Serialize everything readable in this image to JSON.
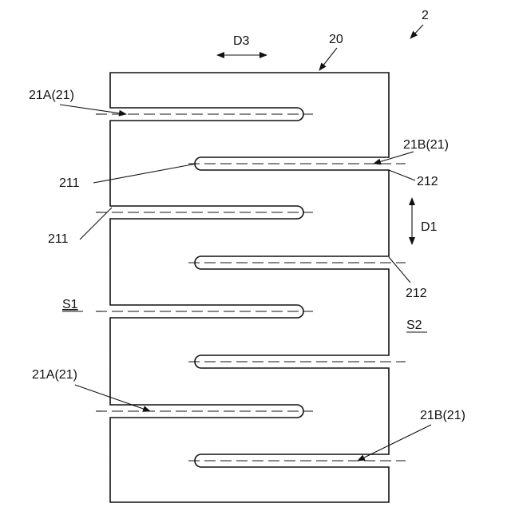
{
  "labels": {
    "fig_number": "2",
    "body": "20",
    "direction_3": "D3",
    "direction_1": "D1",
    "slit_a_top": "21A(21)",
    "slit_b_top": "21B(21)",
    "end_211_upper": "211",
    "end_211_lower": "211",
    "end_212_upper": "212",
    "end_212_lower": "212",
    "side_1": "S1",
    "side_2": "S2",
    "slit_a_bottom": "21A(21)",
    "slit_b_bottom": "21B(21)"
  }
}
